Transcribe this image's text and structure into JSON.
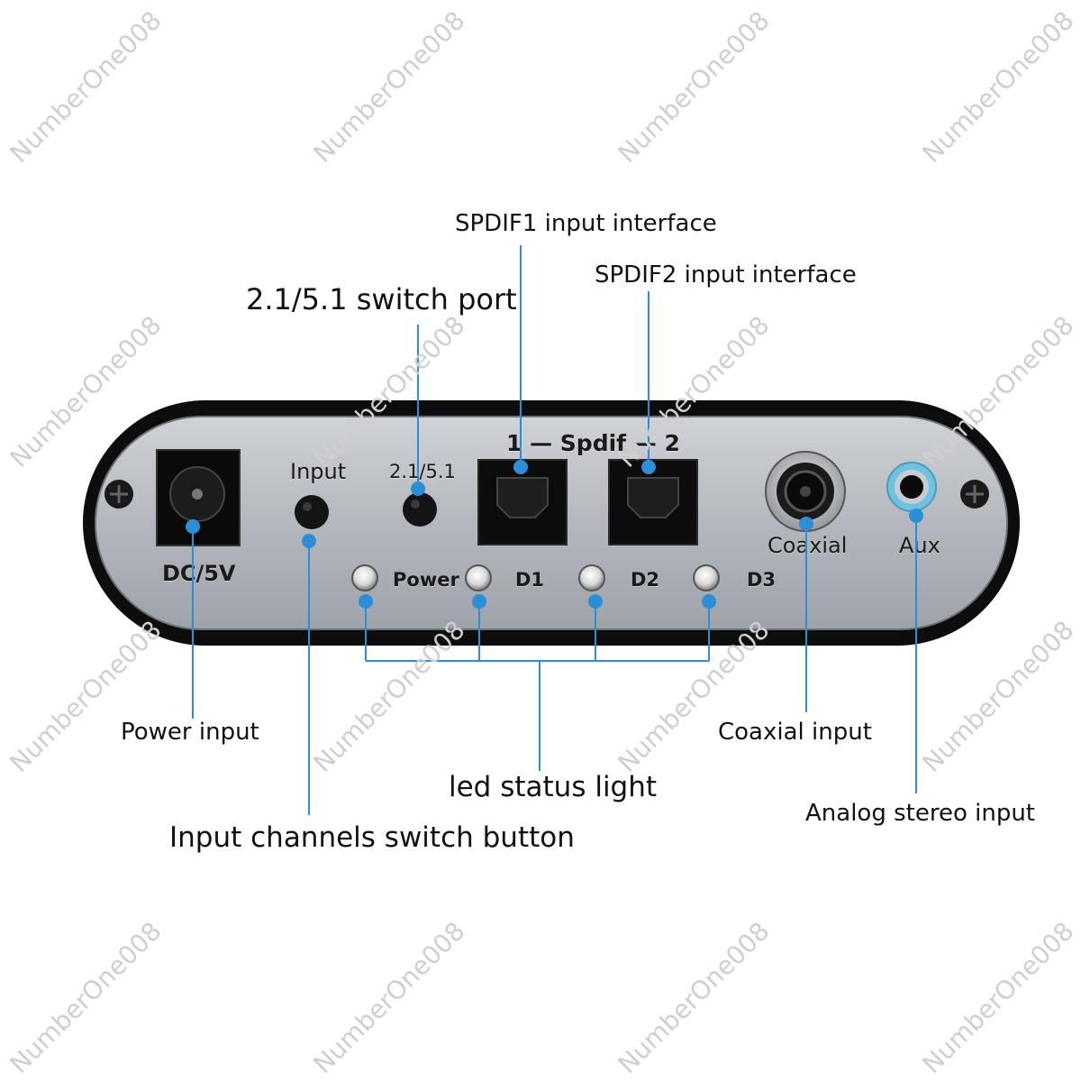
{
  "watermark": "NumberOne008",
  "colors": {
    "leader_line": "#2a8fd8",
    "panel": "#b8bcc2",
    "frame": "#111111"
  },
  "panel": {
    "dc_label": "DC/5V",
    "input_label": "Input",
    "mode_label": "2.1/5.1",
    "spdif_header": "1 — Spdif — 2",
    "coaxial_label": "Coaxial",
    "aux_label": "Aux",
    "led_labels": [
      "Power",
      "D1",
      "D2",
      "D3"
    ]
  },
  "annotations": {
    "spdif1": "SPDIF1 input interface",
    "spdif2": "SPDIF2 input interface",
    "switch_port": "2.1/5.1 switch port",
    "power_input": "Power input",
    "coaxial_input": "Coaxial input",
    "led_status": "led status light",
    "analog_input": "Analog stereo input",
    "input_switch": "Input channels switch button"
  }
}
